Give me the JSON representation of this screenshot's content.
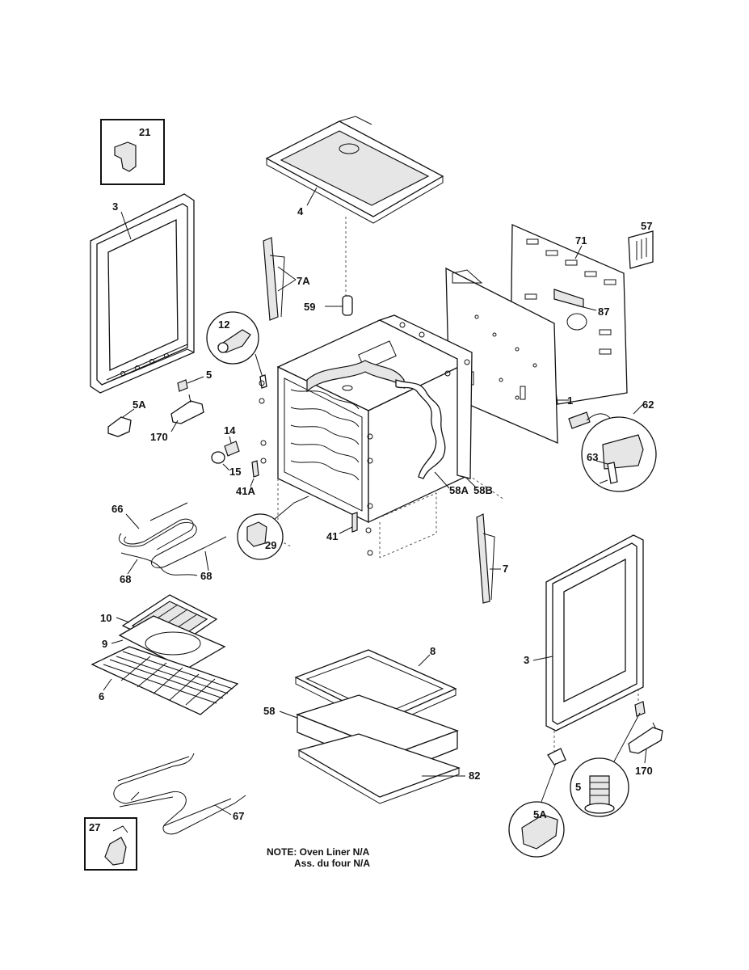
{
  "labels": {
    "l21": "21",
    "l3_left": "3",
    "l4": "4",
    "l57": "57",
    "l71": "71",
    "l7a": "7A",
    "l59": "59",
    "l87": "87",
    "l12": "12",
    "l5_left": "5",
    "l5a_left": "5A",
    "l170_left": "170",
    "l1": "1",
    "l62": "62",
    "l63": "63",
    "l14": "14",
    "l15": "15",
    "l41a": "41A",
    "l58a": "58A",
    "l58b": "58B",
    "l66": "66",
    "l29": "29",
    "l41": "41",
    "l7": "7",
    "l68_left": "68",
    "l68_right": "68",
    "l10": "10",
    "l9": "9",
    "l6": "6",
    "l8": "8",
    "l3_right": "3",
    "l58": "58",
    "l82": "82",
    "l170_right": "170",
    "l5_right": "5",
    "l5a_right": "5A",
    "l67": "67",
    "l27": "27"
  },
  "note": {
    "line1": "NOTE: Oven Liner N/A",
    "line2": "Ass. du four N/A"
  }
}
